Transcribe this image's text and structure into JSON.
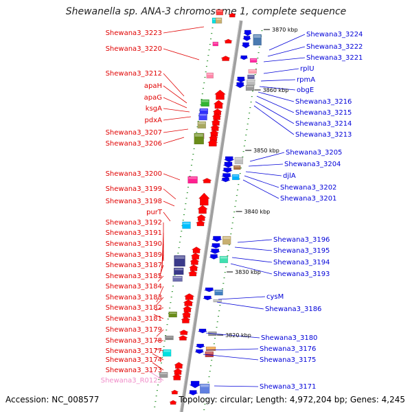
{
  "title": "Shewanella sp. ANA-3 chromosome 1, complete sequence",
  "footer": {
    "accession": "Accession: NC_008577",
    "summary": "Topology: circular; Length: 4,972,204 bp; Genes: 4,245"
  },
  "colors": {
    "forward_label": "#e00000",
    "reverse_label": "#0000d8",
    "rna_label": "#f08cc8",
    "forward_arrow": "#ff0000",
    "reverse_arrow": "#0000ee",
    "backbone": "#a0a0a0",
    "tick_mark": "#008000"
  },
  "ticks": [
    "3870 kbp",
    "3860 kbp",
    "3850 kbp",
    "3840 kbp",
    "3830 kbp",
    "3820 kbp"
  ],
  "left_labels": [
    "Shewana3_3223",
    "Shewana3_3220",
    "Shewana3_3212",
    "apaH",
    "apaG",
    "ksgA",
    "pdxA",
    "Shewana3_3207",
    "Shewana3_3206",
    "Shewana3_3200",
    "Shewana3_3199",
    "Shewana3_3198",
    "purT",
    "Shewana3_3192",
    "Shewana3_3191",
    "Shewana3_3190",
    "Shewana3_3189",
    "Shewana3_3187",
    "Shewana3_3185",
    "Shewana3_3184",
    "Shewana3_3183",
    "Shewana3_3182",
    "Shewana3_3181",
    "Shewana3_3179",
    "Shewana3_3178",
    "Shewana3_3177",
    "Shewana3_3174",
    "Shewana3_3173",
    "Shewana3_R0123"
  ],
  "right_labels": [
    "Shewana3_3224",
    "Shewana3_3222",
    "Shewana3_3221",
    "rplU",
    "rpmA",
    "obgE",
    "Shewana3_3216",
    "Shewana3_3215",
    "Shewana3_3214",
    "Shewana3_3213",
    "Shewana3_3205",
    "Shewana3_3204",
    "djlA",
    "Shewana3_3202",
    "Shewana3_3201",
    "Shewana3_3196",
    "Shewana3_3195",
    "Shewana3_3194",
    "Shewana3_3193",
    "cysM",
    "Shewana3_3186",
    "Shewana3_3180",
    "Shewana3_3176",
    "Shewana3_3175",
    "Shewana3_3171"
  ]
}
